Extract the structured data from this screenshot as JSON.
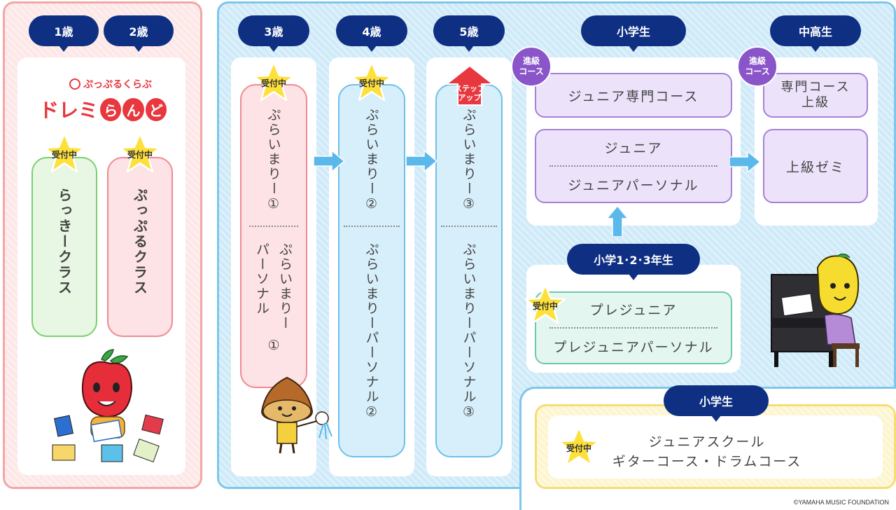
{
  "infant": {
    "age_labels": [
      "1歳",
      "2歳"
    ],
    "brand_small": "ぷっぷるくらぶ",
    "brand_logo": [
      "ド",
      "レ",
      "ミ",
      "ら",
      "ん",
      "ど"
    ],
    "classes": [
      {
        "label": "らっきークラス",
        "badge": "受付中"
      },
      {
        "label": "ぷっぷるクラス",
        "badge": "受付中"
      }
    ]
  },
  "preschool": {
    "age_labels": [
      "3歳",
      "4歳",
      "5歳"
    ],
    "columns": [
      {
        "badge": "受付中",
        "upper": "ぷらいまりー①",
        "lower_line1": "ぷらいまりー",
        "lower_line2": "パーソナル",
        "lower_line3": "①"
      },
      {
        "badge": "受付中",
        "upper": "ぷらいまりー②",
        "lower": "ぷらいまりーパーソナル②"
      },
      {
        "badge_line1": "ステップ",
        "badge_line2": "アップ",
        "upper": "ぷらいまりー③",
        "lower": "ぷらいまりーパーソナル③"
      }
    ]
  },
  "elementary": {
    "label": "小学生",
    "advance_badge": [
      "進級",
      "コース"
    ],
    "courses": [
      "ジュニア専門コース",
      "ジュニア",
      "ジュニアパーソナル"
    ]
  },
  "secondary": {
    "label": "中高生",
    "advance_badge": [
      "進級",
      "コース"
    ],
    "courses": [
      "専門コース",
      "上級",
      "上級ゼミ"
    ]
  },
  "lower_elementary": {
    "label": "小学1･2･3年生",
    "badge": "受付中",
    "courses": [
      "プレジュニア",
      "プレジュニアパーソナル"
    ]
  },
  "junior_school": {
    "label": "小学生",
    "badge": "受付中",
    "line1": "ジュニアスクール",
    "line2": "ギターコース・ドラムコース"
  },
  "copyright": "©YAMAHA MUSIC FOUNDATION",
  "colors": {
    "navy": "#0e2f82",
    "star": "#fde03a",
    "pink_panel": "#fde7e7",
    "blue_panel": "#cfeaf8",
    "yellow_panel": "#fdf5cf",
    "purple_badge": "#8a55c9",
    "red_logo": "#e8373e",
    "arrow": "#5bb8ea"
  }
}
